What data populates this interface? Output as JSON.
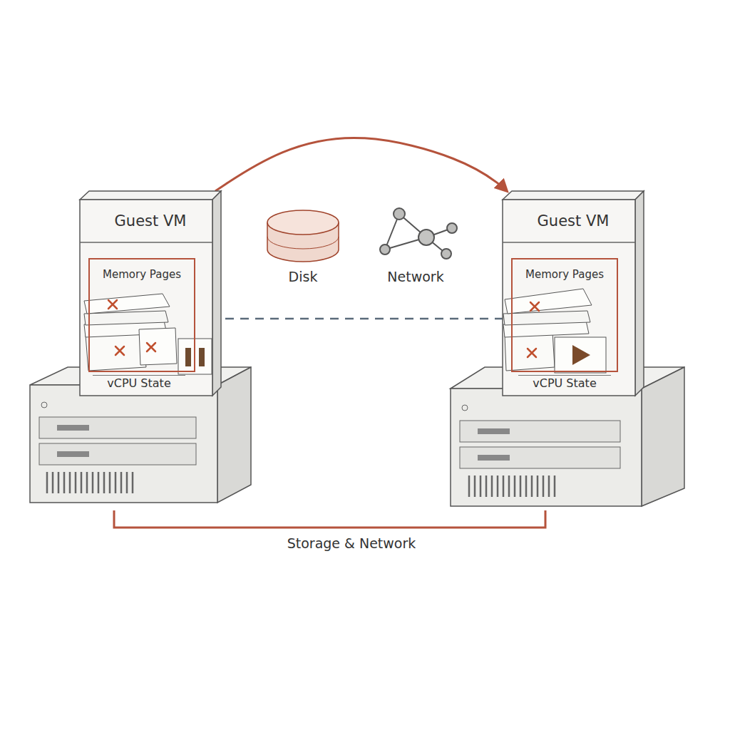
{
  "diagram": {
    "nodes": [
      {
        "text": [
          "Guest VM"
        ]
      },
      {
        "text": [
          "Memory Pages"
        ],
        "in": 0
      },
      {
        "text": [
          "vCPU State"
        ],
        "in": 0
      },
      {
        "text": [
          "Guest VM"
        ]
      },
      {
        "text": [
          "Memory Pages"
        ],
        "in": 3
      },
      {
        "text": [
          "vCPU State"
        ],
        "in": 3
      }
    ],
    "edges": [
      {
        "from": 0,
        "to": 3,
        "arrow": "to"
      },
      {
        "from": 1,
        "to": 4,
        "arrow": "to"
      }
    ],
    "labels": [
      "Disk",
      "Network",
      "Storage & Network"
    ]
  }
}
